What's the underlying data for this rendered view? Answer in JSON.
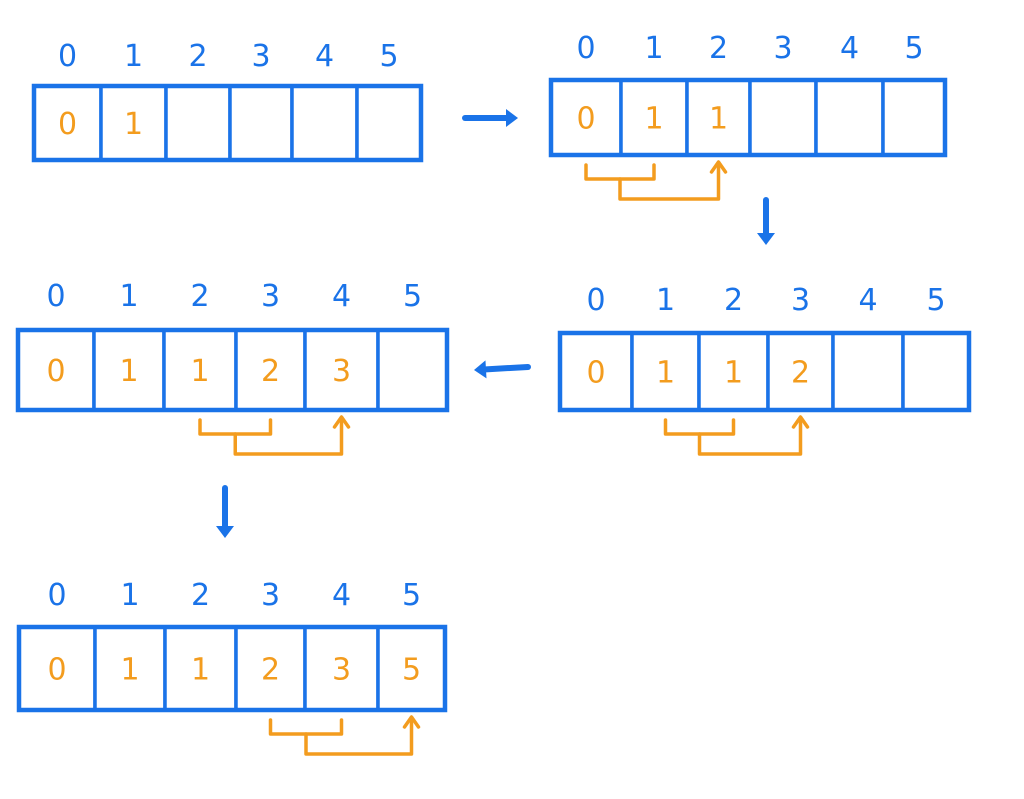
{
  "colors": {
    "grid": "#1a73e8",
    "values": "#f39c1e",
    "background": "#ffffff"
  },
  "arrays": [
    {
      "indices": [
        "0",
        "1",
        "2",
        "3",
        "4",
        "5"
      ],
      "values": [
        "0",
        "1",
        "",
        "",
        "",
        ""
      ]
    },
    {
      "indices": [
        "0",
        "1",
        "2",
        "3",
        "4",
        "5"
      ],
      "values": [
        "0",
        "1",
        "1",
        "",
        "",
        ""
      ]
    },
    {
      "indices": [
        "0",
        "1",
        "2",
        "3",
        "4",
        "5"
      ],
      "values": [
        "0",
        "1",
        "1",
        "2",
        "",
        ""
      ]
    },
    {
      "indices": [
        "0",
        "1",
        "2",
        "3",
        "4",
        "5"
      ],
      "values": [
        "0",
        "1",
        "1",
        "2",
        "3",
        ""
      ]
    },
    {
      "indices": [
        "0",
        "1",
        "2",
        "3",
        "4",
        "5"
      ],
      "values": [
        "0",
        "1",
        "1",
        "2",
        "3",
        "5"
      ]
    }
  ],
  "flow_arrows": [
    {
      "from": 0,
      "to": 1,
      "direction": "right"
    },
    {
      "from": 1,
      "to": 2,
      "direction": "down"
    },
    {
      "from": 2,
      "to": 3,
      "direction": "left"
    },
    {
      "from": 3,
      "to": 4,
      "direction": "down"
    }
  ],
  "sum_brackets": [
    {
      "array": 1,
      "sources": [
        0,
        1
      ],
      "target": 2
    },
    {
      "array": 2,
      "sources": [
        1,
        2
      ],
      "target": 3
    },
    {
      "array": 3,
      "sources": [
        2,
        3
      ],
      "target": 4
    },
    {
      "array": 4,
      "sources": [
        3,
        4
      ],
      "target": 5
    }
  ]
}
